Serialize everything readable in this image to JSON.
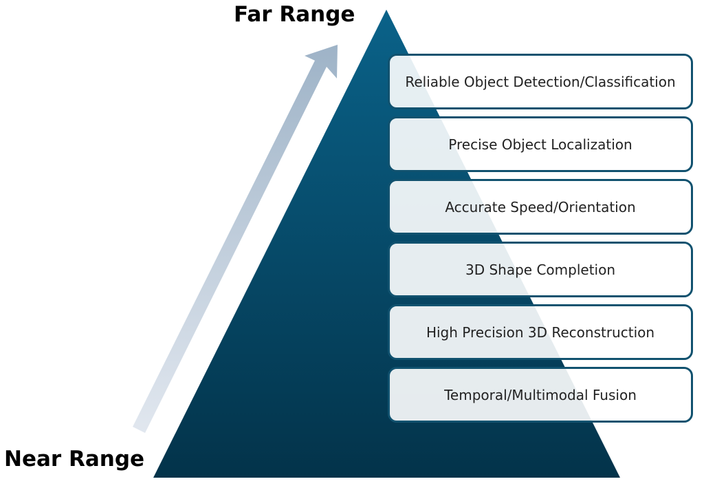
{
  "labels": {
    "top": "Far Range",
    "bottom": "Near Range"
  },
  "levels": [
    "Reliable Object Detection/Classification",
    "Precise Object Localization",
    "Accurate Speed/Orientation",
    "3D Shape Completion",
    "High Precision 3D Reconstruction",
    "Temporal/Multimodal Fusion"
  ],
  "colors": {
    "pyramid_top": "#0a6289",
    "pyramid_bottom": "#03334a",
    "box_border": "#11526f",
    "arrow_top": "#9eb3c7",
    "arrow_bottom": "#e1e7ef"
  }
}
